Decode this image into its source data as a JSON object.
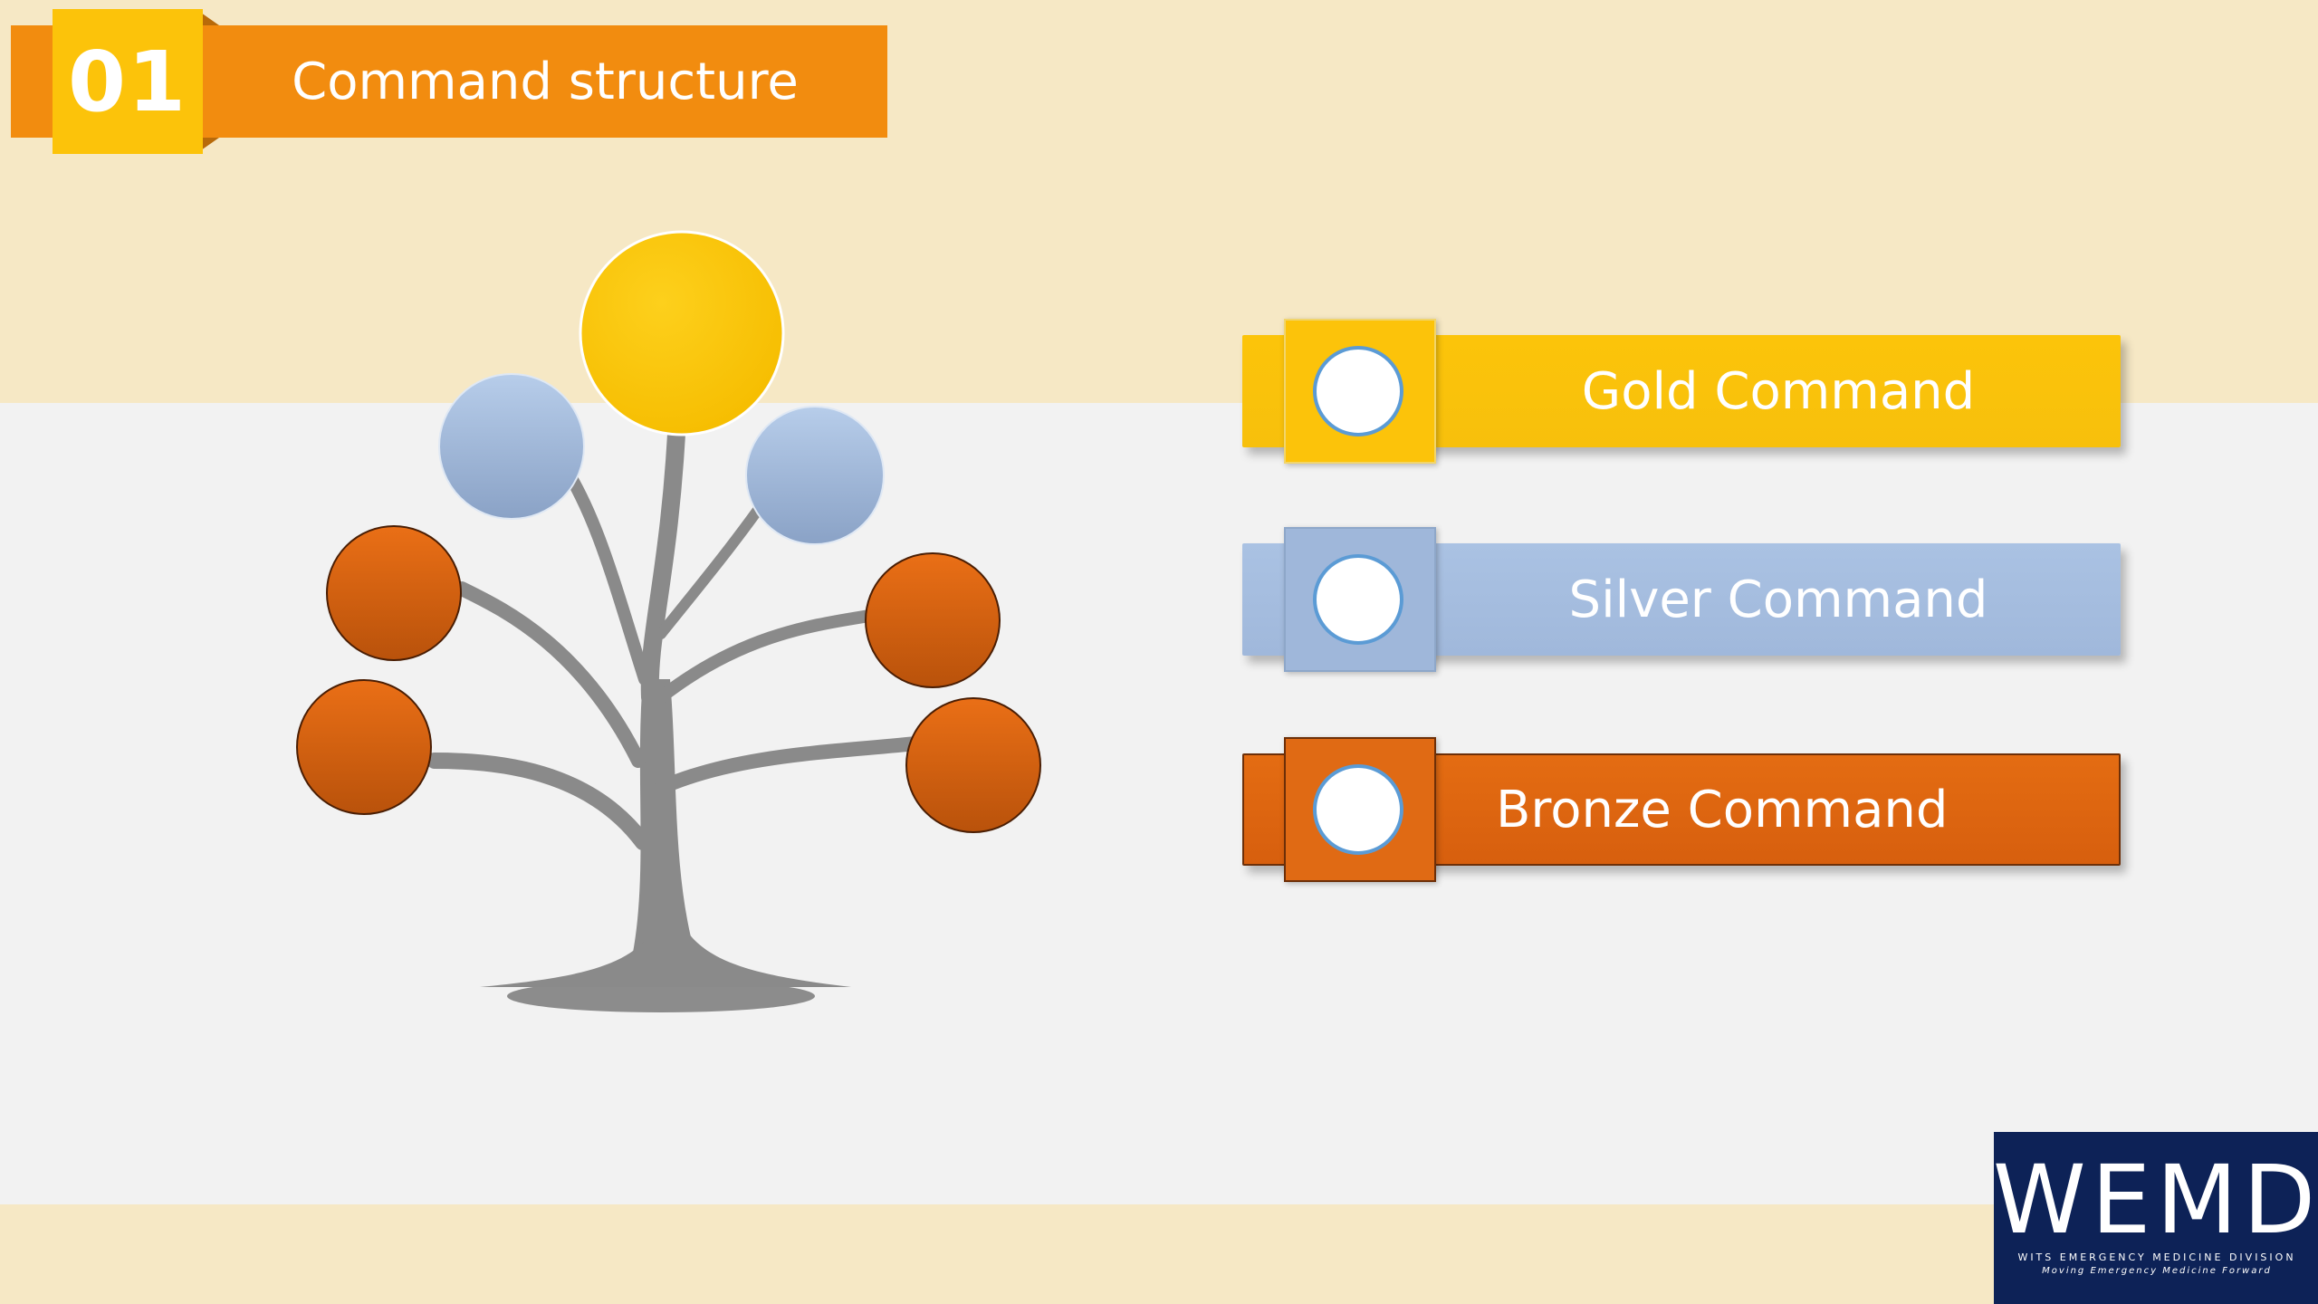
{
  "slide": {
    "number": "01",
    "title": "Command structure"
  },
  "commands": [
    {
      "label": "Gold Command",
      "color": "#fcc30a"
    },
    {
      "label": "Silver Command",
      "color": "#a5bde0"
    },
    {
      "label": "Bronze Command",
      "color": "#e0650f"
    }
  ],
  "logo": {
    "mark": "WEMD",
    "line1": "WITS EMERGENCY MEDICINE DIVISION",
    "line2": "Moving Emergency Medicine Forward"
  },
  "colors": {
    "background_top": "#f6e8c5",
    "background_mid": "#f2f2f2",
    "title_bar": "#f28c0f",
    "number_box": "#fcc30a",
    "trunk": "#8a8a8a",
    "logo_bg": "#0d2257"
  }
}
